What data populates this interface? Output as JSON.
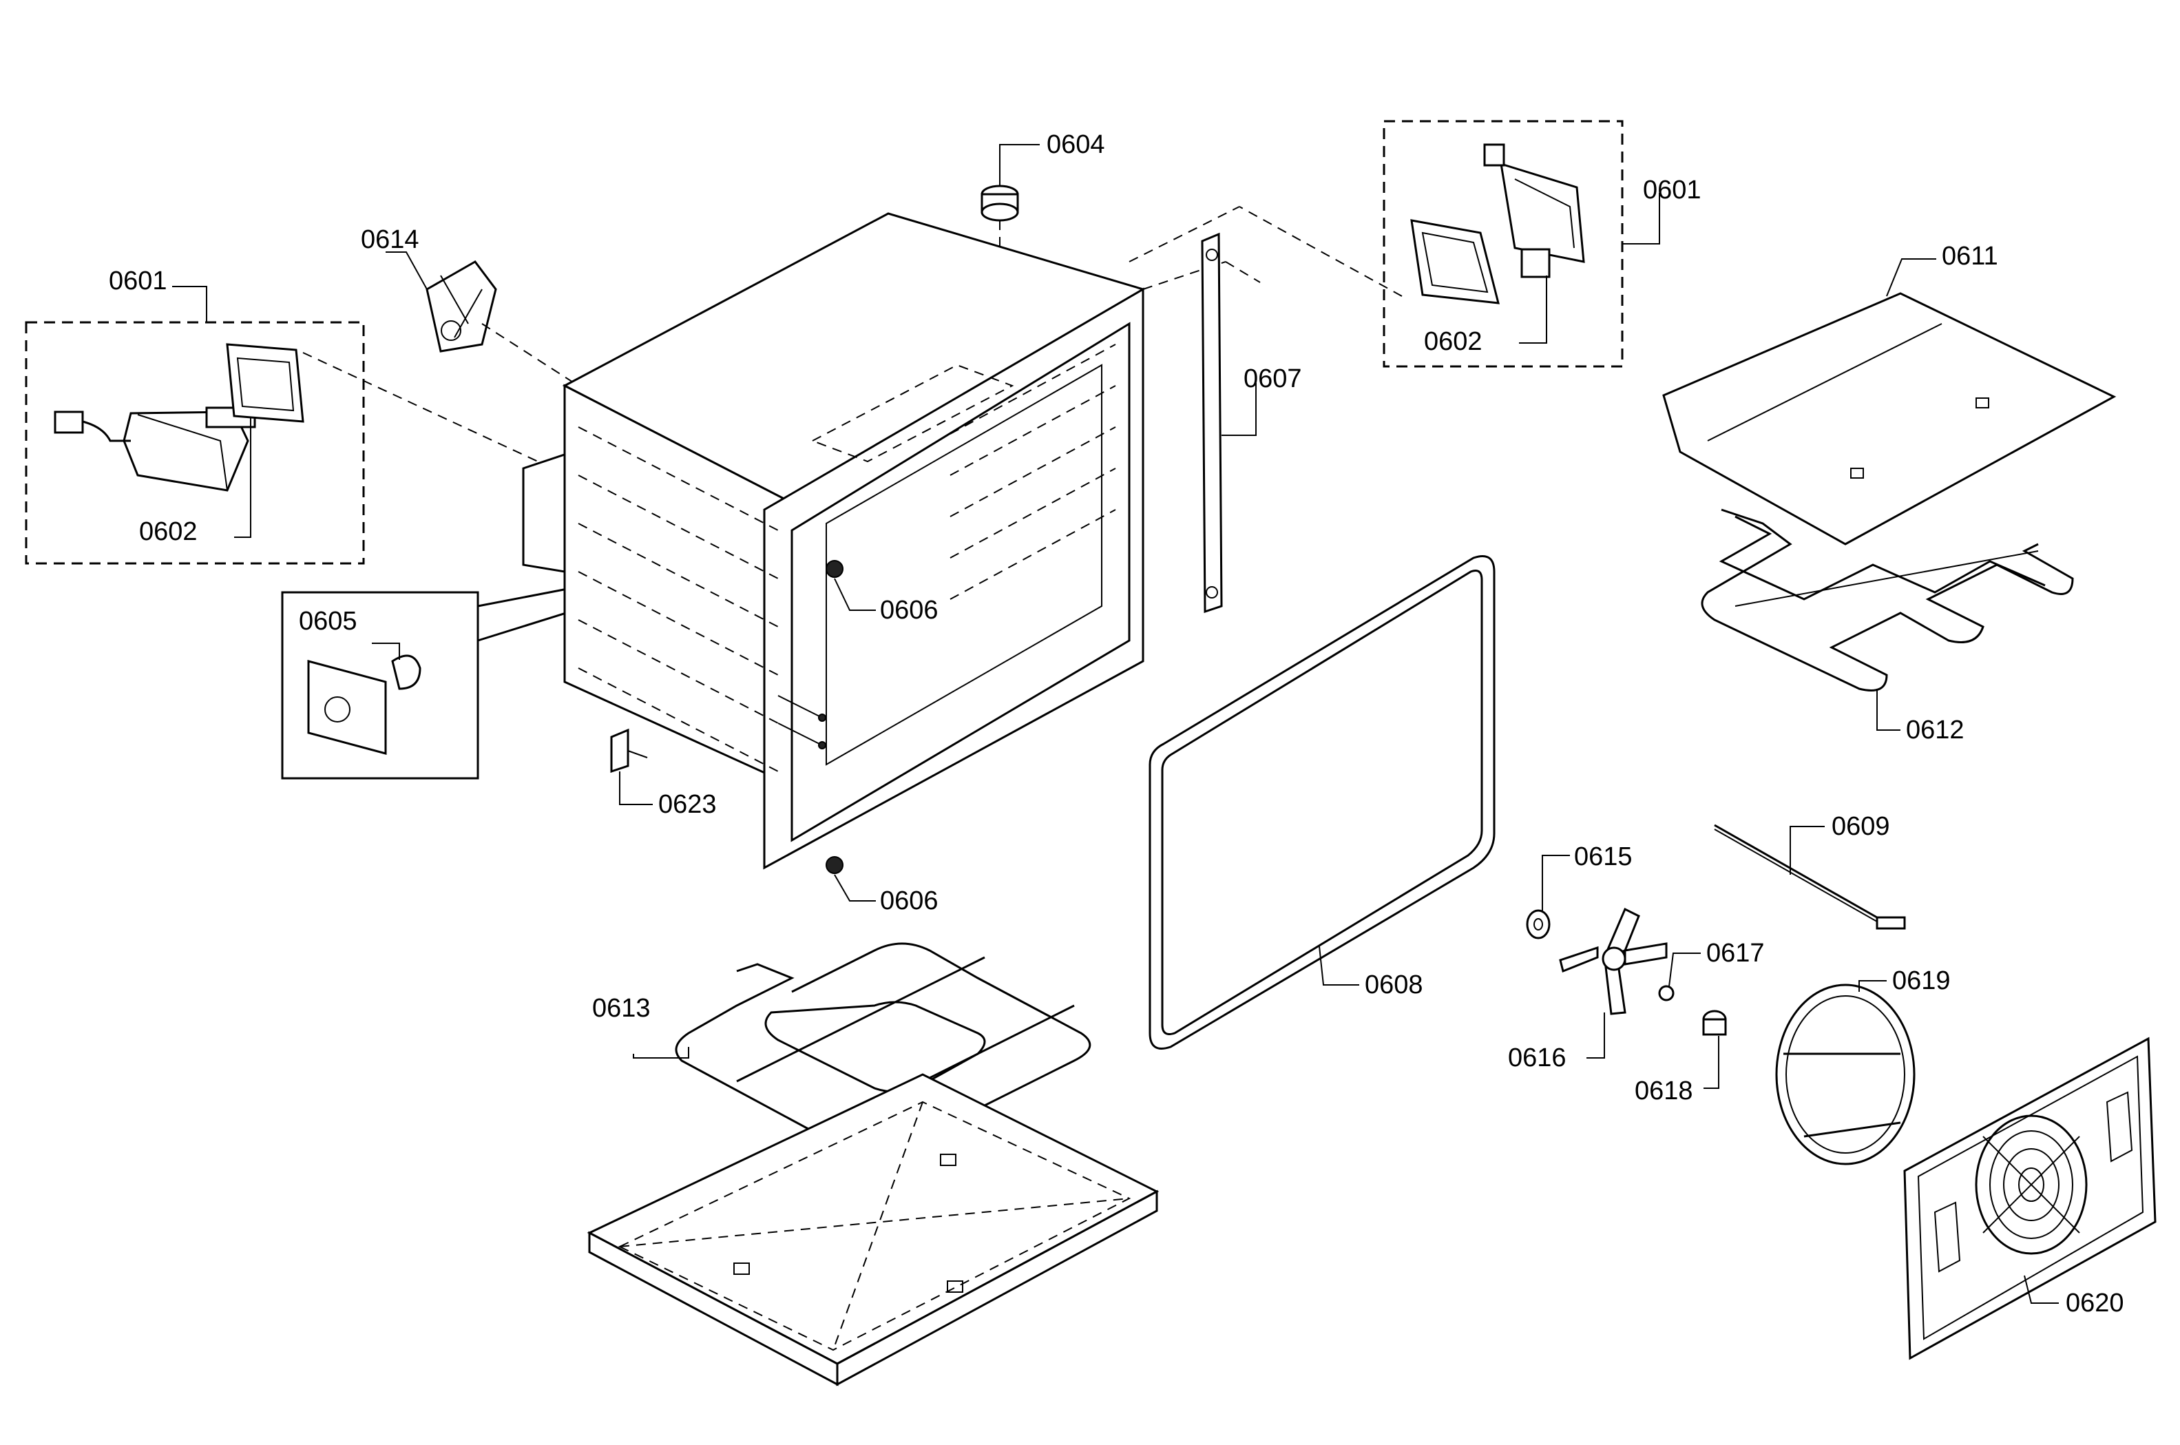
{
  "diagram": {
    "callouts": [
      {
        "id": "c0601L",
        "label": "0601"
      },
      {
        "id": "c0602L",
        "label": "0602"
      },
      {
        "id": "c0605",
        "label": "0605"
      },
      {
        "id": "c0614",
        "label": "0614"
      },
      {
        "id": "c0604",
        "label": "0604"
      },
      {
        "id": "c0601R",
        "label": "0601"
      },
      {
        "id": "c0602R",
        "label": "0602"
      },
      {
        "id": "c0607",
        "label": "0607"
      },
      {
        "id": "c0611",
        "label": "0611"
      },
      {
        "id": "c0612",
        "label": "0612"
      },
      {
        "id": "c0606a",
        "label": "0606"
      },
      {
        "id": "c0606b",
        "label": "0606"
      },
      {
        "id": "c0623",
        "label": "0623"
      },
      {
        "id": "c0613",
        "label": "0613"
      },
      {
        "id": "c0608",
        "label": "0608"
      },
      {
        "id": "c0615",
        "label": "0615"
      },
      {
        "id": "c0609",
        "label": "0609"
      },
      {
        "id": "c0617",
        "label": "0617"
      },
      {
        "id": "c0619",
        "label": "0619"
      },
      {
        "id": "c0616",
        "label": "0616"
      },
      {
        "id": "c0618",
        "label": "0618"
      },
      {
        "id": "c0620",
        "label": "0620"
      }
    ]
  }
}
